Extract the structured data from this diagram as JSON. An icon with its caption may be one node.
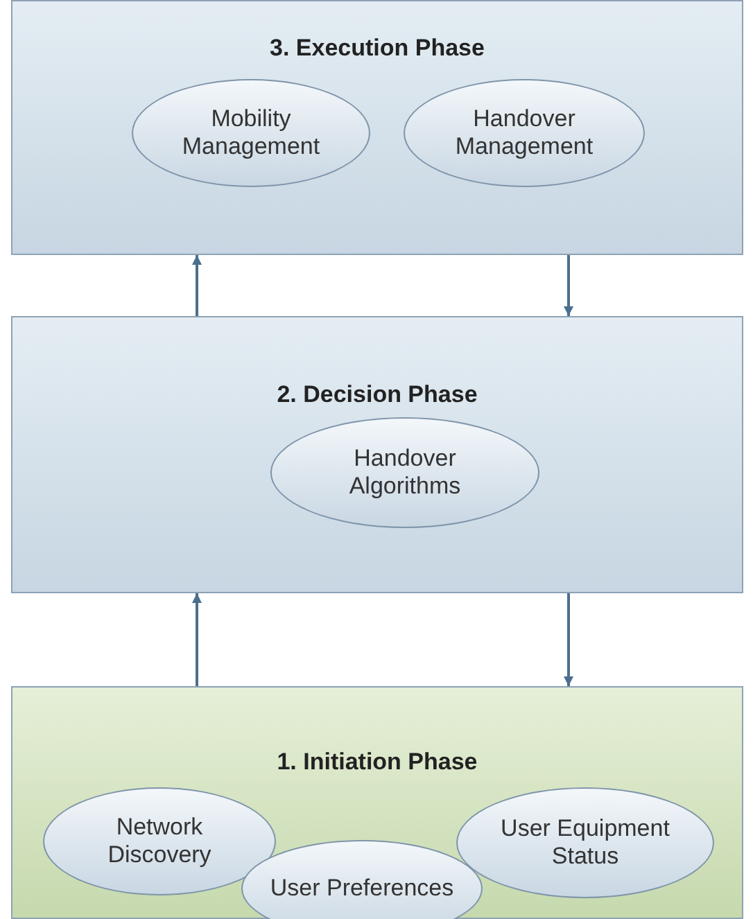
{
  "diagram": {
    "nodes": [
      {
        "text": [
          "3.  Execution Phase"
        ]
      },
      {
        "text": [
          "Mobility Management"
        ],
        "in": 0
      },
      {
        "text": [
          "Handover Management"
        ],
        "in": 0
      },
      {
        "text": [
          "2. Decision Phase"
        ]
      },
      {
        "text": [
          "Handover Algorithms"
        ],
        "in": 3
      },
      {
        "text": [
          "1. Initiation Phase"
        ]
      },
      {
        "text": [
          "Network Discovery"
        ],
        "in": 5
      },
      {
        "text": [
          "User Equipment Status"
        ],
        "in": 5
      },
      {
        "text": [
          "User Preferences"
        ],
        "in": 5
      }
    ],
    "edges": [
      {
        "from": 3,
        "to": 0,
        "arrow": "to"
      },
      {
        "from": 0,
        "to": 3,
        "arrow": "to"
      },
      {
        "from": 5,
        "to": 3,
        "arrow": "to"
      },
      {
        "from": 3,
        "to": 5,
        "arrow": "to"
      }
    ]
  }
}
